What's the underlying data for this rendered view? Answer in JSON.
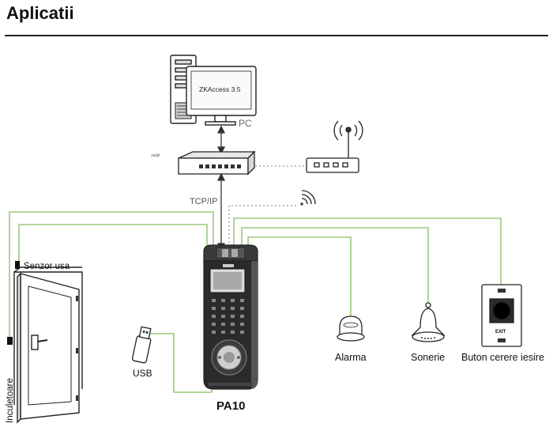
{
  "header": {
    "title": "Aplicatii"
  },
  "labels": {
    "pc": "PC",
    "software": "ZKAccess 3.5",
    "hub": "HUB",
    "protocol": "TCP/IP",
    "device": "PA10",
    "usb": "USB",
    "alarm": "Alarma",
    "bell": "Sonerie",
    "exit_button": "Buton cerere iesire",
    "exit_text": "EXIT",
    "door_sensor": "Senzor usa",
    "door_lock": "Inculetoare"
  },
  "colors": {
    "wire_green": "#9bc97a",
    "wire_dotted": "#9a9a9a",
    "device_dark": "#2b2b2b",
    "outline": "#222222"
  }
}
